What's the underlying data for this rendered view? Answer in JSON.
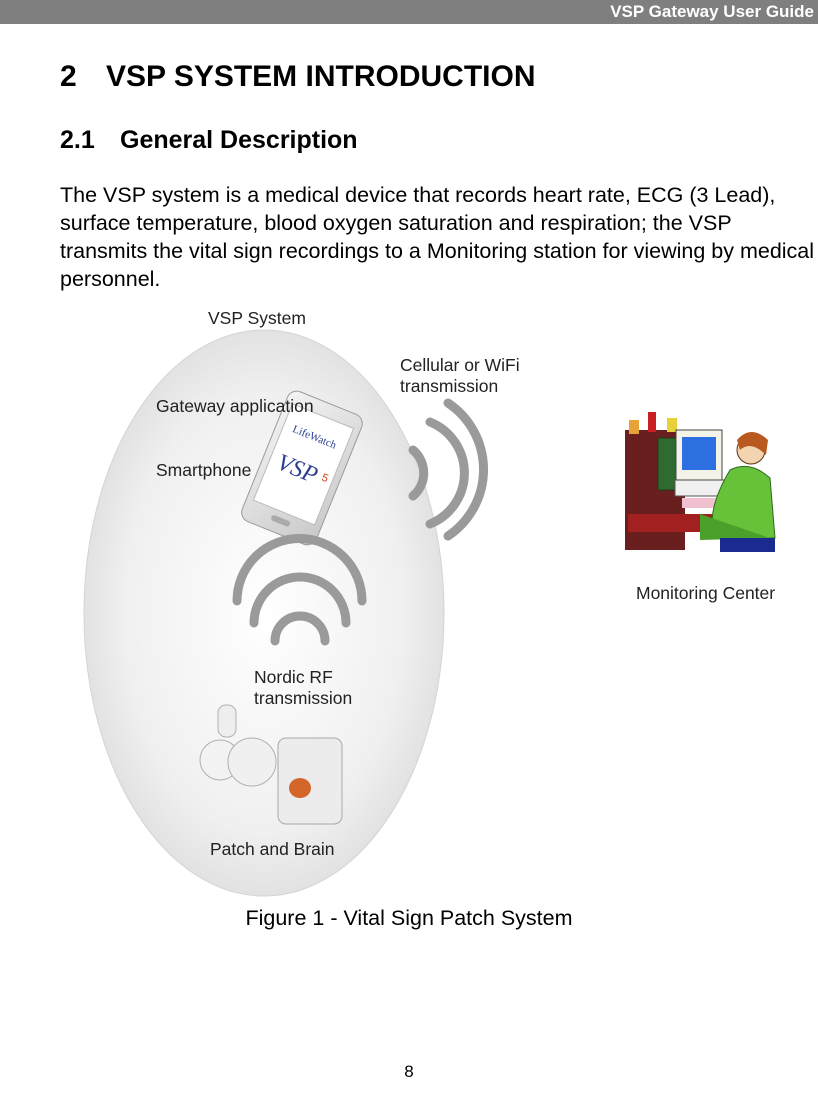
{
  "header": {
    "title": "VSP Gateway User Guide"
  },
  "section": {
    "number": "2",
    "title": "VSP SYSTEM INTRODUCTION"
  },
  "subsection": {
    "number": "2.1",
    "title": "General Description"
  },
  "body": {
    "paragraph": "The VSP system is a medical device that records heart rate, ECG (3 Lead), surface temperature, blood oxygen saturation and respiration; the VSP transmits the vital sign recordings to a Monitoring station for viewing by medical personnel."
  },
  "figure": {
    "labels": {
      "vsp_system": "VSP System",
      "cellular_line1": "Cellular or WiFi",
      "cellular_line2": "transmission",
      "gateway_app": "Gateway application",
      "smartphone": "Smartphone",
      "monitoring_center": "Monitoring Center",
      "nordic_line1": "Nordic RF",
      "nordic_line2": "transmission",
      "patch_brain": "Patch and Brain"
    },
    "phone_screen": {
      "brand": "LifeWatch",
      "product": "VSP",
      "version": "5"
    },
    "caption": "Figure 1 - Vital Sign Patch System"
  },
  "footer": {
    "page_number": "8"
  }
}
